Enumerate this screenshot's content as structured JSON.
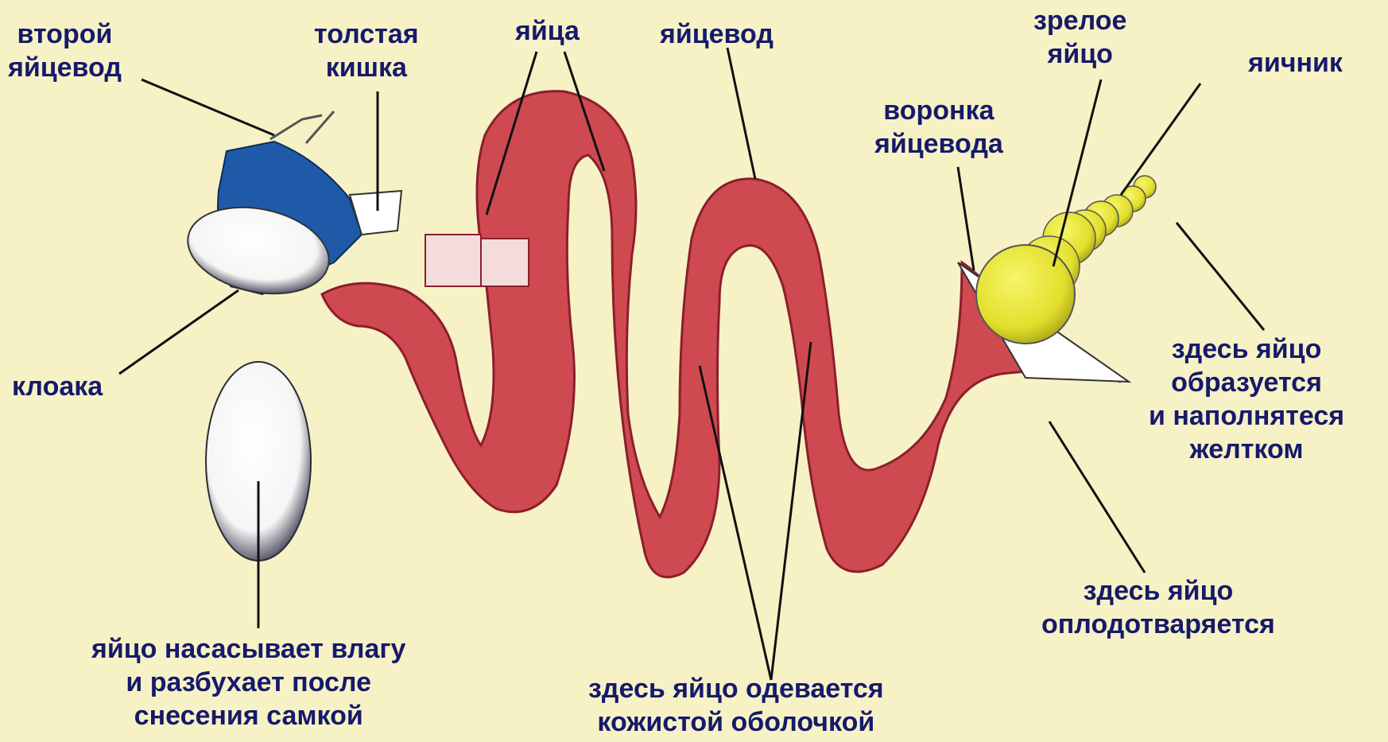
{
  "colors": {
    "background": "#f7f1c6",
    "oviduct": "#cf4a50",
    "oviduct_dark": "#8a1f2c",
    "cloaca_blue": "#1e5aa8",
    "yolk_yellow": "#e8e63a",
    "label_text": "#151a6b"
  },
  "labels": {
    "second_oviduct": [
      "второй",
      "яйцевод"
    ],
    "large_intestine": [
      "толстая",
      "кишка"
    ],
    "eggs": [
      "яйца"
    ],
    "oviduct": [
      "яйцевод"
    ],
    "mature_egg": [
      "зрелое",
      "яйцо"
    ],
    "ovary": [
      "яичник"
    ],
    "funnel": [
      "воронка",
      "яйцевода"
    ],
    "cloaca": [
      "клоака"
    ],
    "egg_forms": [
      "здесь яйцо",
      "образуется",
      "и наполнятеся",
      "желтком"
    ],
    "egg_fertilized": [
      "здесь яйцо",
      "оплодотваряется"
    ],
    "egg_absorbs": [
      "яйцо насасывает влагу",
      "и разбухает после",
      "снесения самкой"
    ],
    "leathery_shell": [
      "здесь яйцо одевается",
      "кожистой оболочкой"
    ]
  }
}
